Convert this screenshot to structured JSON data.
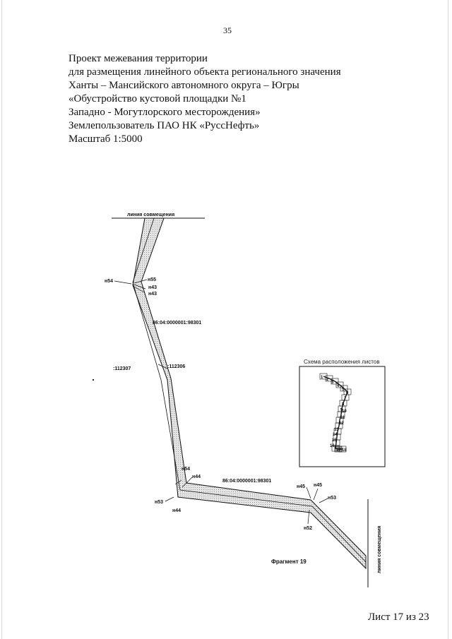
{
  "page": {
    "number": "35"
  },
  "heading": {
    "lines": [
      "Проект межевания территории",
      "для размещения линейного объекта регионального значения",
      "Ханты – Мансийского автономного округа – Югры",
      "«Обустройство кустовой площадки №1",
      "Западно - Могутлорского месторождения»",
      "Землепользователь  ПАО НК «РуссНефть»",
      "Масштаб 1:5000"
    ]
  },
  "map": {
    "match_line_top": "линия совмещения",
    "match_line_right": "линия совмещения",
    "cadastral_1": "86:04:0000001:98301",
    "cadastral_2": "86:04:0000001:98301",
    "parcel_left": ":112307",
    "parcel_right": ":112306",
    "points": {
      "n54_top": "н54",
      "n55": "н55",
      "n43a": "н43",
      "n43b": "н43",
      "n54_bottom": "н54",
      "n44a": "н44",
      "n53_bottom": "н53",
      "n44b": "н44",
      "n45a": "н45",
      "n45b": "н45",
      "n53_right": "н53",
      "n52": "н52"
    },
    "fragment": "Фрагмент 19"
  },
  "scheme": {
    "title": "Схема расположения листов",
    "sheets": [
      "1",
      "2",
      "3",
      "4",
      "5",
      "6",
      "7",
      "8",
      "9",
      "10",
      "11",
      "12",
      "13",
      "14",
      "15",
      "16",
      "17",
      "18"
    ]
  },
  "footer": {
    "sheet": "Лист 17 из 23"
  },
  "colors": {
    "strip_fill": "#dcdcdc",
    "line": "#111111"
  }
}
